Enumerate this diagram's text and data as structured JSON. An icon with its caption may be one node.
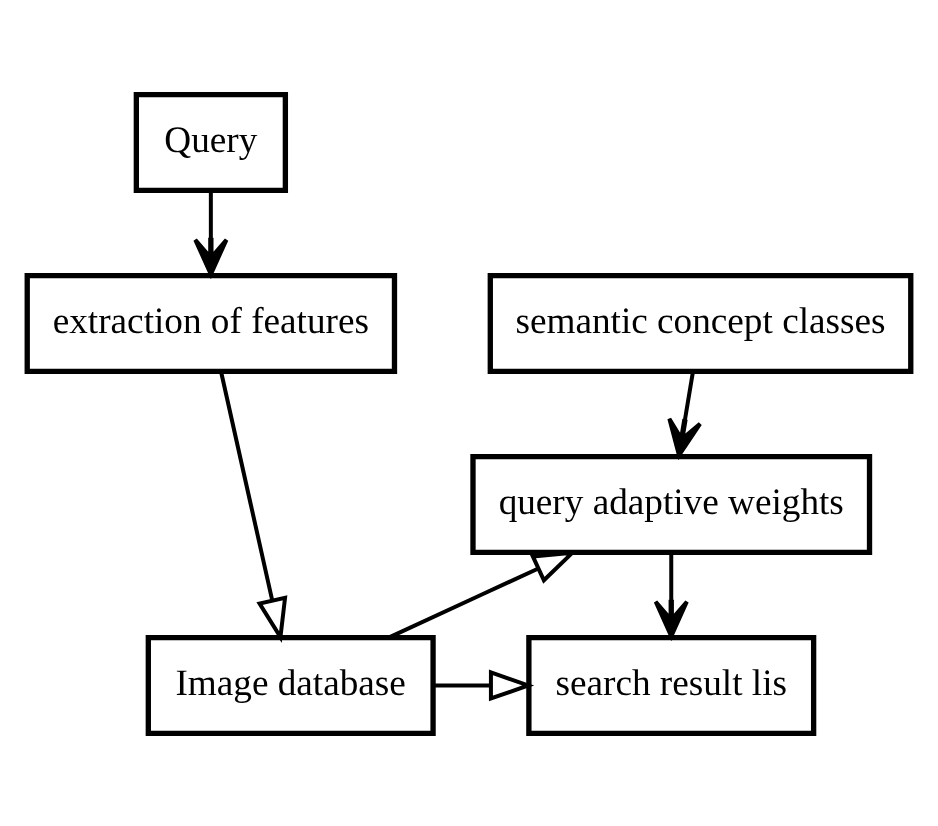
{
  "diagram": {
    "nodes": [
      {
        "text": [
          "Query"
        ]
      },
      {
        "text": [
          "semantic concept classes"
        ]
      },
      {
        "text": [
          "extraction of features"
        ]
      },
      {
        "text": [
          "Image database"
        ]
      },
      {
        "text": [
          "search result lis"
        ]
      },
      {
        "text": [
          "query adaptive weights"
        ]
      }
    ],
    "edges": [
      {
        "from": 0,
        "to": 2,
        "arrow": "to"
      },
      {
        "from": 2,
        "to": 3,
        "arrow": "to"
      },
      {
        "from": 3,
        "to": 5,
        "arrow": "to"
      },
      {
        "from": 1,
        "to": 5,
        "arrow": "to"
      },
      {
        "from": 3,
        "to": 4,
        "arrow": "to"
      },
      {
        "from": 5,
        "to": 4,
        "arrow": "to"
      }
    ]
  }
}
